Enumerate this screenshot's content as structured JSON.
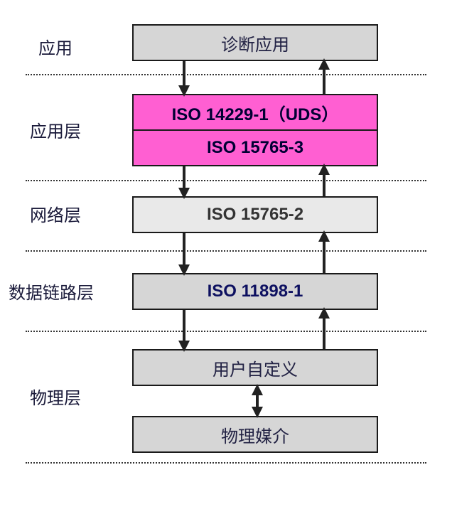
{
  "layers": {
    "application": "应用",
    "application_layer": "应用层",
    "network_layer": "网络层",
    "data_link_layer": "数据链路层",
    "physical_layer": "物理层"
  },
  "boxes": {
    "diagnostic_application": "诊断应用",
    "uds": "ISO 14229-1（UDS）",
    "iso_15765_3": "ISO 15765-3",
    "iso_15765_2": "ISO 15765-2",
    "iso_11898_1": "ISO 11898-1",
    "user_defined": "用户自定义",
    "physical_medium": "物理媒介"
  },
  "colors": {
    "pink_box": "#ff5fd2",
    "gray_box": "#d6d6d6",
    "light_box": "#e9e9e9",
    "arrow": "#222222"
  }
}
